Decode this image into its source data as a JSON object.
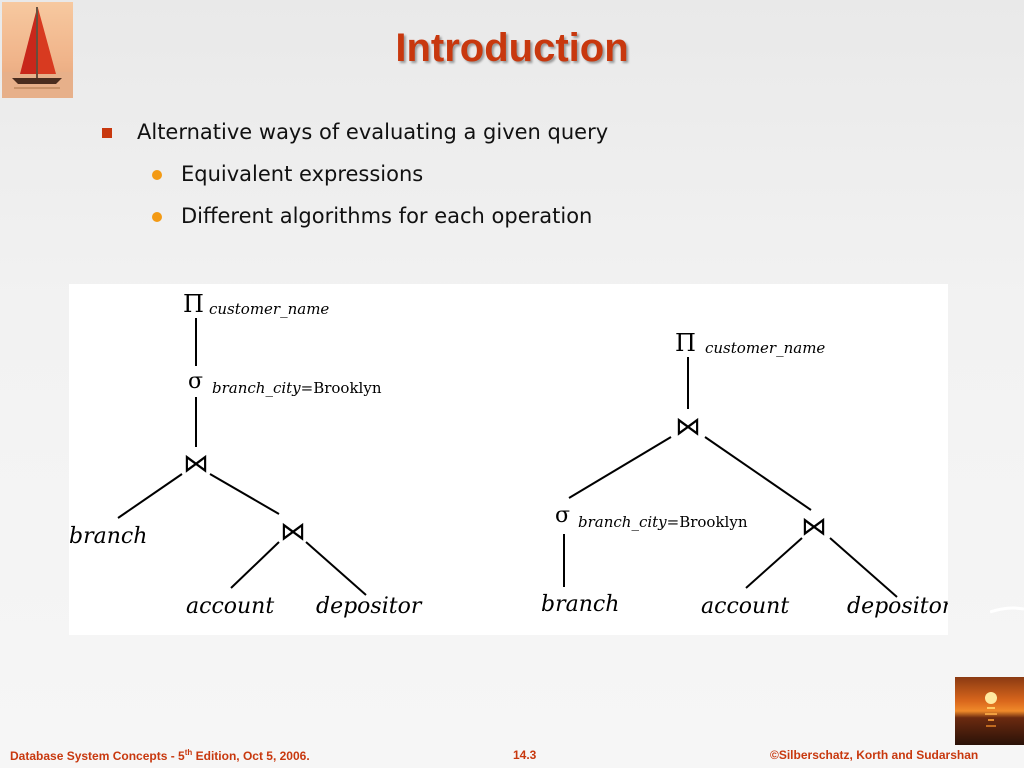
{
  "slide": {
    "title": "Introduction",
    "bullets": {
      "main": "Alternative ways of evaluating a given query",
      "sub": [
        "Equivalent expressions",
        "Different algorithms for each operation"
      ]
    }
  },
  "figure": {
    "left_tree": {
      "projection_symbol": "Π",
      "projection_attr": "customer_name",
      "selection_symbol": "σ",
      "selection_attr": "branch_city",
      "selection_op": "=Brooklyn",
      "join_symbol": "⋈",
      "leaf_branch": "branch",
      "leaf_account": "account",
      "leaf_depositor": "depositor"
    },
    "right_tree": {
      "projection_symbol": "Π",
      "projection_attr": "customer_name",
      "selection_symbol": "σ",
      "selection_attr": "branch_city",
      "selection_op": "=Brooklyn",
      "join_symbol": "⋈",
      "leaf_branch": "branch",
      "leaf_account": "account",
      "leaf_depositor": "depositor"
    }
  },
  "footer": {
    "left_pre": "Database System Concepts - 5",
    "left_sup": "th",
    "left_post": " Edition, Oct 5,  2006.",
    "center": "14.3",
    "right": "©Silberschatz, Korth and Sudarshan"
  },
  "colors": {
    "accent": "#c8380e",
    "bullet_sub": "#f39a14"
  }
}
